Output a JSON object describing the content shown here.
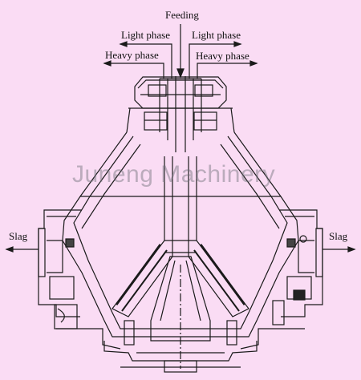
{
  "labels": {
    "feeding": "Feeding",
    "light_phase_left": "Light phase",
    "light_phase_right": "Light phase",
    "heavy_phase_left": "Heavy phase",
    "heavy_phase_right": "Heavy phase",
    "slag_left": "Slag",
    "slag_right": "Slag"
  },
  "watermark": "Juneng Machinery",
  "colors": {
    "background": "#fadcf4",
    "line": "#1a1a1a",
    "watermark": "#8a8a94"
  }
}
